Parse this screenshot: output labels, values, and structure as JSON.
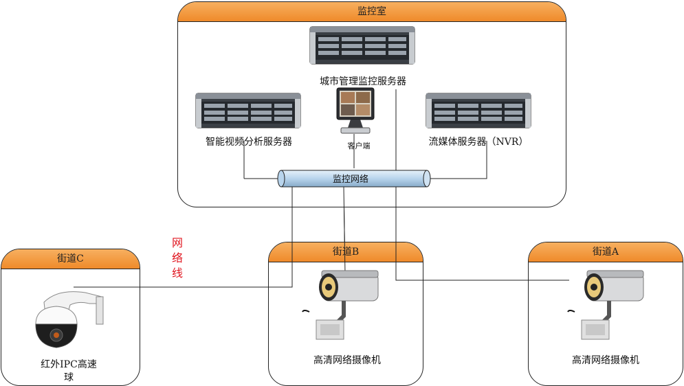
{
  "rooms": {
    "control": {
      "title": "监控室"
    },
    "street_c": {
      "title": "街道C"
    },
    "street_b": {
      "title": "街道B"
    },
    "street_a": {
      "title": "街道A"
    }
  },
  "nodes": {
    "city_server": "城市管理监控服务器",
    "video_server": "智能视频分析服务器",
    "client": "客户端",
    "media_server": "流媒体服务器（NVR）",
    "network": "监控网络",
    "dome_camera_line1": "红外IPC高速",
    "dome_camera_line2": "球",
    "camera_b": "高清网络摄像机",
    "camera_a": "高清网络摄像机"
  },
  "cable_label": [
    "网",
    "络",
    "线"
  ],
  "colors": {
    "header": "#ef8a2a",
    "cable_text": "#e0141e",
    "pipe": "#b8d4ec"
  }
}
